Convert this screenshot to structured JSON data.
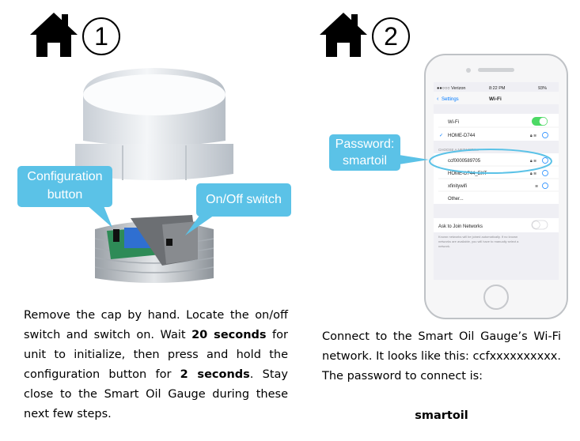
{
  "step1": {
    "number": "1",
    "callout_config_line1": "Configuration",
    "callout_config_line2": "button",
    "callout_switch": "On/Off switch",
    "instr": {
      "t1": "Remove the cap by hand. Locate the on/off switch and switch on.  Wait ",
      "b1": "20 seconds",
      "t2": " for unit to initialize, then press and hold the configuration button for ",
      "b2": "2 seconds",
      "t3": ". Stay close to the Smart Oil Gauge during these next few steps."
    }
  },
  "step2": {
    "number": "2",
    "callout_password_line1": "Password:",
    "callout_password_line2": "smartoil",
    "instruction": "Connect to the Smart Oil Gauge’s Wi-Fi network. It looks like this: ccfxxxxxxxxxx.  The password to connect is:",
    "password_value": "smartoil"
  },
  "phone": {
    "status_carrier": "●●○○○ Verizon",
    "status_time": "8:22 PM",
    "status_battery": "93%",
    "back_label": "Settings",
    "title": "Wi-Fi",
    "wifi_row": "Wi-Fi",
    "connected_network": "HOME-D744",
    "section_header": "CHOOSE A NETWORK...",
    "networks": [
      "ccf0000589705",
      "HOME-D744_EXT",
      "xfinitywifi"
    ],
    "other": "Other...",
    "ask_join": "Ask to Join Networks",
    "footer_note_line1": "Known networks will be joined automatically. If no known",
    "footer_note_line2": "networks are available, you will have to manually select a",
    "footer_note_line3": "network."
  },
  "colors": {
    "callout": "#5bc2e7",
    "toggle_on": "#4cd964",
    "ios_blue": "#007aff"
  }
}
